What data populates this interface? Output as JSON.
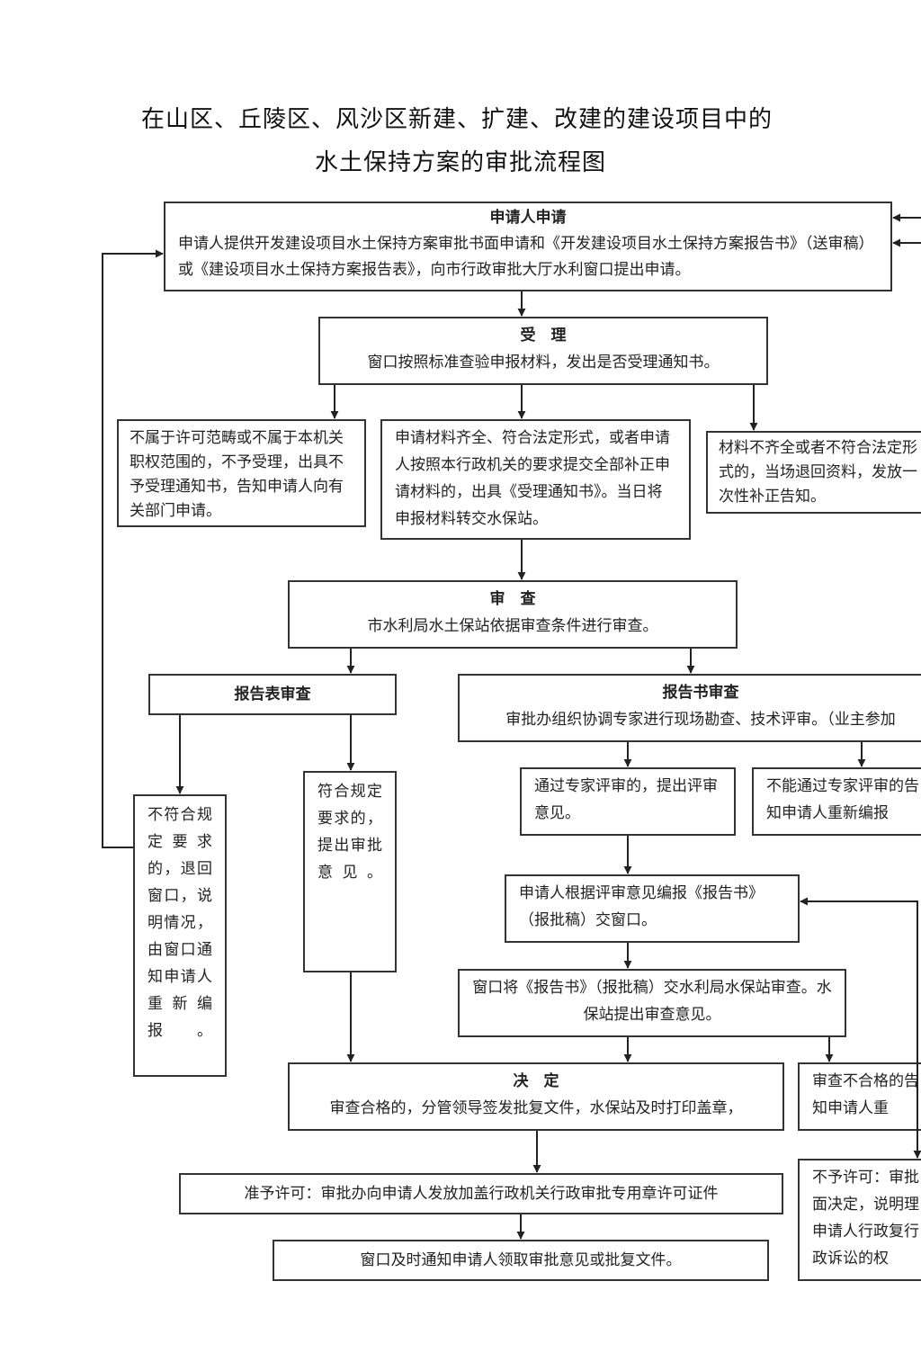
{
  "title": {
    "line1": "在山区、丘陵区、风沙区新建、扩建、改建的建设项目中的",
    "line2": "水土保持方案的审批流程图"
  },
  "nodes": {
    "apply": {
      "heading": "申请人申请",
      "text": "申请人提供开发建设项目水土保持方案审批书面申请和《开发建设项目水土保持方案报告书》（送审稿）或《建设项目水土保持方案报告表》，向市行政审批大厅水利窗口提出申请。"
    },
    "accept": {
      "heading": "受　理",
      "text": "窗口按照标准查验申报材料，发出是否受理通知书。"
    },
    "reject_scope": {
      "text": "不属于许可范畴或不属于本机关职权范围的，不予受理，出具不予受理通知书，告知申请人向有关部门申请。"
    },
    "accepted": {
      "text": "申请材料齐全、符合法定形式，或者申请人按照本行政机关的要求提交全部补正申请材料的，出具《受理通知书》。当日将申报材料转交水保站。"
    },
    "incomplete": {
      "text": "材料不齐全或者不符合法定形式的，当场退回资料，发放一次性补正告知。"
    },
    "review": {
      "heading": "审　查",
      "text": "市水利局水土保站依据审查条件进行审查。"
    },
    "form_review": {
      "heading": "报告表审查"
    },
    "report_review": {
      "heading": "报告书审查",
      "text": "审批办组织协调专家进行现场勘查、技术评审。（业主参加"
    },
    "form_fail": {
      "text": "不符合规定要求的，退回窗口，说明情况，由窗口通知申请人重新编报。"
    },
    "form_pass": {
      "text": "符合规定要求的，提出审批意见。"
    },
    "expert_pass": {
      "text": "通过专家评审的，提出评审意见。"
    },
    "expert_fail": {
      "text": "不能通过专家评审的告知申请人重新编报"
    },
    "resubmit": {
      "text": "申请人根据评审意见编报《报告书》（报批稿）交窗口。"
    },
    "transfer": {
      "text": "窗口将《报告书》（报批稿）交水利局水保站审查。水保站提出审查意见。"
    },
    "decision": {
      "heading": "决　定",
      "text": "审查合格的，分管领导签发批复文件，水保站及时打印盖章，"
    },
    "review_fail": {
      "text": "审查不合格的告知申请人重"
    },
    "permit": {
      "text": "准予许可：审批办向申请人发放加盖行政机关行政审批专用章许可证件"
    },
    "notify": {
      "text": "窗口及时通知申请人领取审批意见或批复文件。"
    },
    "deny": {
      "text": "不予许可：审批面决定，说明理申请人行政复行政诉讼的权"
    }
  }
}
